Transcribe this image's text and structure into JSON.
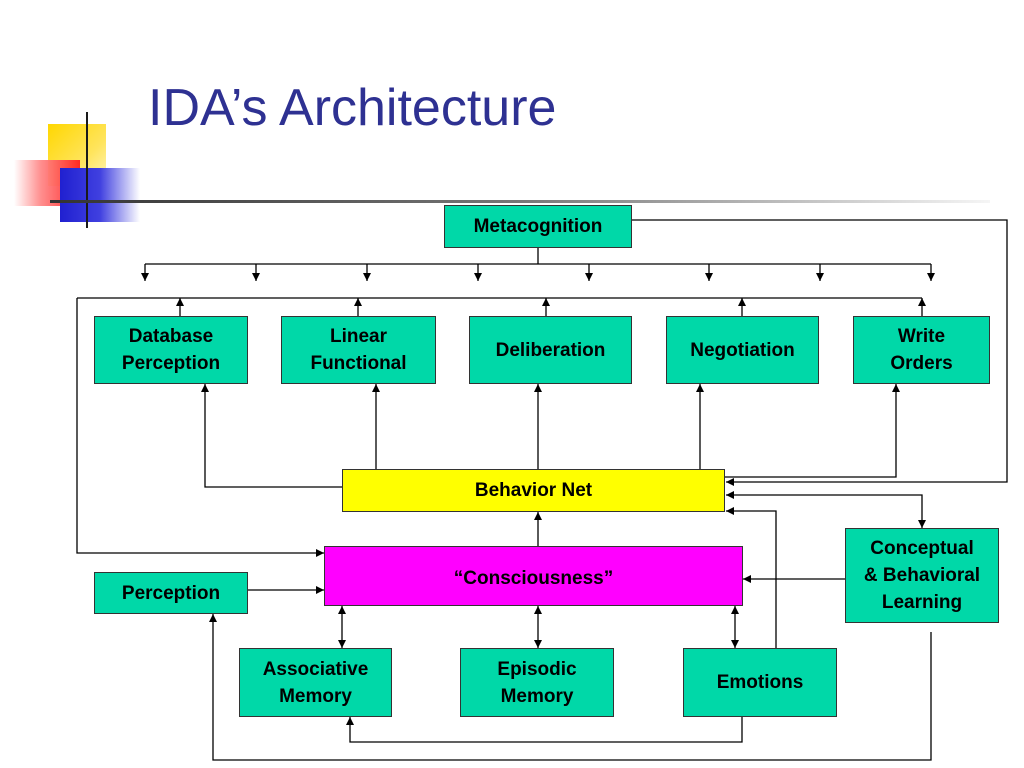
{
  "slide": {
    "title": "IDA’s Architecture"
  },
  "nodes": {
    "metacognition": "Metacognition",
    "database_perception": "Database\nPerception",
    "linear_functional": "Linear\nFunctional",
    "deliberation": "Deliberation",
    "negotiation": "Negotiation",
    "write_orders": "Write\nOrders",
    "behavior_net": "Behavior Net",
    "consciousness": "“Consciousness”",
    "perception": "Perception",
    "conceptual_learning": "Conceptual\n& Behavioral\nLearning",
    "associative_memory": "Associative\nMemory",
    "episodic_memory": "Episodic\nMemory",
    "emotions": "Emotions"
  },
  "colors": {
    "title": "#2e3192",
    "node_green": "#00d8a8",
    "behavior_net": "#ffff00",
    "consciousness": "#ff00ff"
  }
}
